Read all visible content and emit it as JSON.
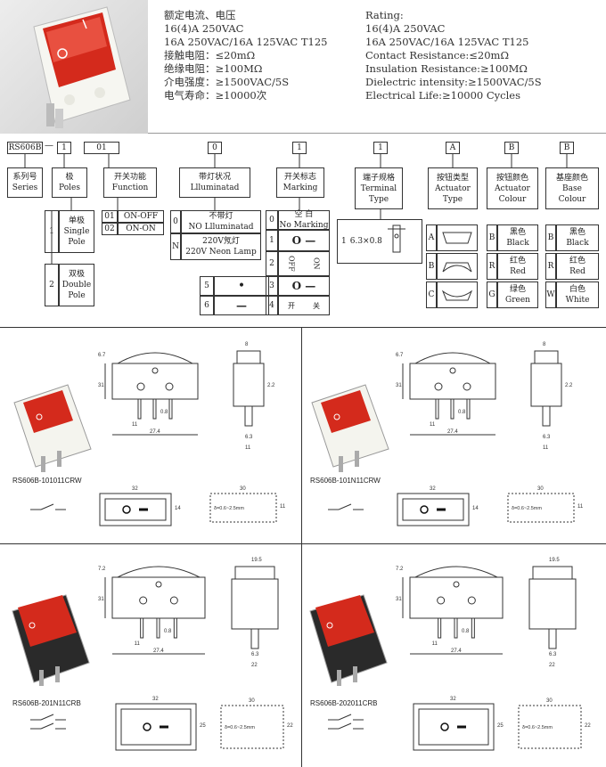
{
  "specs_cn": [
    "额定电流、电压",
    "16(4)A 250VAC",
    "16A 250VAC/16A 125VAC T125",
    "接触电阻：≤20mΩ",
    "绝缘电阻：≥100MΩ",
    "介电强度：≥1500VAC/5S",
    "电气寿命：≥10000次"
  ],
  "specs_en": [
    "Rating:",
    "16(4)A 250VAC",
    "16A 250VAC/16A 125VAC T125",
    "Contact  Resistance:≤20mΩ",
    "Insulation  Resistance:≥100MΩ",
    "Dielectric intensity:≥1500VAC/5S",
    "Electrical Life:≥10000 Cycles"
  ],
  "code": {
    "prefix": "RS606B",
    "dash": "—",
    "p1": "1",
    "p2": "01",
    "p3": "0",
    "p4": "1",
    "p5": "1",
    "p6": "A",
    "p7": "B",
    "p8": "B"
  },
  "headers": {
    "series": [
      "系列号",
      "Series"
    ],
    "poles": [
      "极",
      "Poles"
    ],
    "function": [
      "开关功能",
      "Function"
    ],
    "lamp": [
      "带灯状况",
      "Llluminatad"
    ],
    "marking": [
      "开关标志",
      "Marking"
    ],
    "terminal": [
      "端子规格",
      "Terminal",
      "Type"
    ],
    "actuator_type": [
      "按钮类型",
      "Actuator",
      "Type"
    ],
    "actuator_colour": [
      "按钮颜色",
      "Actuator",
      "Colour"
    ],
    "base_colour": [
      "基座颜色",
      "Base",
      "Colour"
    ]
  },
  "poles": [
    {
      "num": "1",
      "lines": [
        "单极",
        "Single",
        "Pole"
      ]
    },
    {
      "num": "2",
      "lines": [
        "双极",
        "Double",
        "Pole"
      ]
    }
  ],
  "functions": [
    {
      "num": "01",
      "label": "ON-OFF"
    },
    {
      "num": "02",
      "label": "ON-ON"
    }
  ],
  "lamps": [
    {
      "num": "0",
      "lines": [
        "不带灯",
        "NO Llluminatad"
      ]
    },
    {
      "num": "N",
      "lines": [
        "220V氖灯",
        "220V Neon Lamp"
      ]
    }
  ],
  "markings": [
    {
      "num": "0",
      "lines": [
        "空 白",
        "No Marking"
      ]
    },
    {
      "num": "1",
      "symbol": "O —"
    },
    {
      "num": "2",
      "v1": "OFF",
      "v2": "ON"
    },
    {
      "num": "3",
      "symbol": "O —"
    },
    {
      "num": "4",
      "v1": "开",
      "v2": "关"
    }
  ],
  "marking_extra": [
    {
      "num": "5",
      "symbol": "•"
    },
    {
      "num": "6",
      "symbol": "—"
    }
  ],
  "terminal": {
    "num": "1",
    "size": "6.3×0.8"
  },
  "actuator_types": [
    "A",
    "B",
    "C"
  ],
  "actuator_colours": [
    {
      "num": "B",
      "cn": "黑色",
      "en": "Black"
    },
    {
      "num": "R",
      "cn": "红色",
      "en": "Red"
    },
    {
      "num": "G",
      "cn": "绿色",
      "en": "Green"
    }
  ],
  "base_colours": [
    {
      "num": "B",
      "cn": "黑色",
      "en": "Black"
    },
    {
      "num": "R",
      "cn": "红色",
      "en": "Red"
    },
    {
      "num": "W",
      "cn": "白色",
      "en": "White"
    }
  ],
  "products": [
    {
      "model": "RS606B-101011CRW"
    },
    {
      "model": "RS606B-101N11CRW"
    },
    {
      "model": "RS606B-201N11CRB"
    },
    {
      "model": "RS606B-202011CRB"
    }
  ],
  "dims_single": {
    "d1": "6.7",
    "d2": "31",
    "d3": "2.2",
    "d4": "8",
    "d5": "0.8",
    "d6": "11",
    "d7": "27.4",
    "d8": "6.3",
    "d9": "11",
    "d10": "32",
    "d11": "14",
    "d12": "30",
    "d13": "11",
    "d14": "δ=0.6~2.5mm"
  },
  "dims_double": {
    "d1": "7.2",
    "d2": "31",
    "d3": "19.5",
    "d4": "0.8",
    "d5": "11",
    "d6": "27.4",
    "d7": "6.3",
    "d8": "22",
    "d9": "32",
    "d10": "25",
    "d11": "30",
    "d12": "22",
    "d13": "δ=0.6~2.5mm"
  },
  "colors": {
    "red_rocker": "#d42a1c",
    "white_body": "#f4f4ee",
    "black_body": "#2a2a2a",
    "line": "#333333",
    "panel": "#e9e9e9"
  }
}
